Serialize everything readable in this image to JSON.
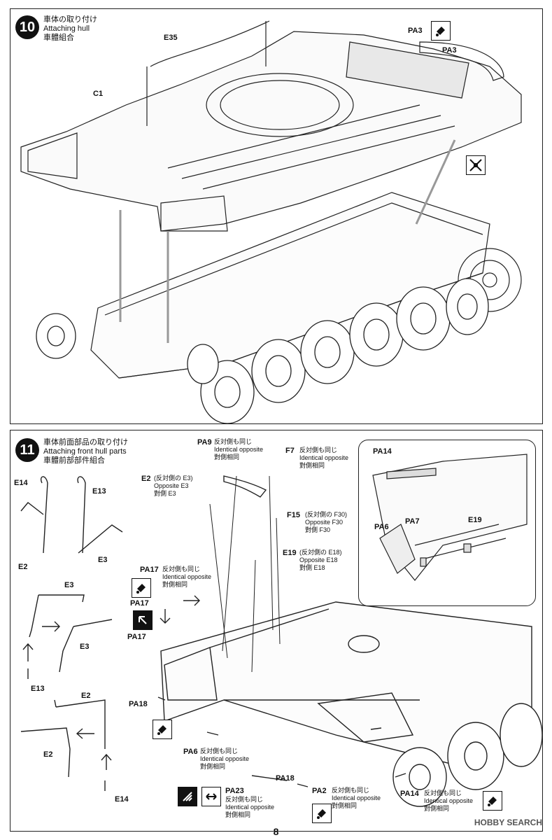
{
  "step10": {
    "number": "10",
    "title_jp": "車体の取り付け",
    "title_en": "Attaching hull",
    "title_cn": "車體組合",
    "parts": {
      "e35": "E35",
      "c1": "C1",
      "pa3a": "PA3",
      "pa3b": "PA3"
    },
    "icons": {
      "paint": "paint-icon",
      "cut": "cut-icon"
    }
  },
  "step11": {
    "number": "11",
    "title_jp": "車体前面部品の取り付け",
    "title_en": "Attaching front hull parts",
    "title_cn": "車體前部部件組合",
    "parts": {
      "e14a": "E14",
      "e13a": "E13",
      "e2a": "E2",
      "e3a": "E3",
      "e3b": "E3",
      "e3c": "E3",
      "e13b": "E13",
      "e2b": "E2",
      "e2c": "E2",
      "e14b": "E14",
      "pa9": "PA9",
      "pa9_note_jp": "反対側も同じ",
      "pa9_note_en": "Identical opposite",
      "pa9_note_cn": "對側相同",
      "f7": "F7",
      "f7_note_jp": "反対側も同じ",
      "f7_note_en": "Identical opposite",
      "f7_note_cn": "對側相同",
      "e2x": "E2",
      "e2x_note_jp": "(反対側の E3)",
      "e2x_note_en": "Opposite E3",
      "e2x_note_cn": "對側 E3",
      "f15": "F15",
      "f15_note_jp": "(反対側の F30)",
      "f15_note_en": "Opposite F30",
      "f15_note_cn": "對側 F30",
      "e19": "E19",
      "e19_note_jp": "(反対側の E18)",
      "e19_note_en": "Opposite E18",
      "e19_note_cn": "對側 E18",
      "pa17a": "PA17",
      "pa17_note_jp": "反対側も同じ",
      "pa17_note_en": "Identical opposite",
      "pa17_note_cn": "對側相同",
      "pa17b": "PA17",
      "pa17c": "PA17",
      "pa18a": "PA18",
      "pa18b": "PA18",
      "pa6": "PA6",
      "pa6_note_jp": "反対側も同じ",
      "pa6_note_en": "Identical opposite",
      "pa6_note_cn": "對側相同",
      "pa23": "PA23",
      "pa23_note_jp": "反対側も同じ",
      "pa23_note_en": "Identical opposite",
      "pa23_note_cn": "對側相同",
      "pa2": "PA2",
      "pa2_note_jp": "反対側も同じ",
      "pa2_note_en": "Identical opposite",
      "pa2_note_cn": "對側相同",
      "pa14": "PA14",
      "pa14_note_jp": "反対側も同じ",
      "pa14_note_en": "Identical opposite",
      "pa14_note_cn": "對側相同",
      "inset_pa14": "PA14",
      "inset_pa6": "PA6",
      "inset_pa7": "PA7",
      "inset_e19": "E19"
    }
  },
  "page": {
    "number": "8",
    "watermark": "HOBBY SEARCH"
  }
}
